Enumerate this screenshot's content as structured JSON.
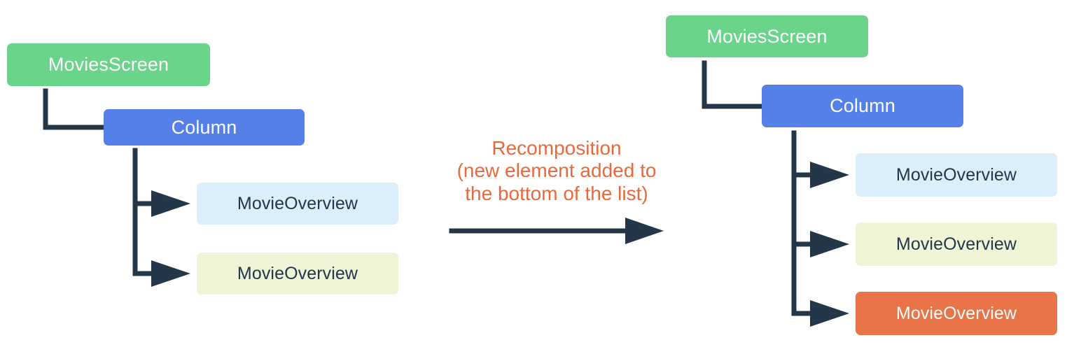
{
  "diagram": {
    "title_caption": {
      "line1": "Recomposition",
      "line2": "(new element added to",
      "line3": "the bottom of the list)",
      "color": "#E8693E"
    },
    "colors": {
      "green": "#6BD48B",
      "blue": "#5580E8",
      "light_blue": "#DCEEFA",
      "pale_yellow": "#EEF4D5",
      "orange": "#E87448",
      "navy": "#233748",
      "background": "#FFFFFF"
    },
    "before": {
      "root": {
        "label": "MoviesScreen"
      },
      "column": {
        "label": "Column"
      },
      "children": [
        {
          "label": "MovieOverview",
          "style": "light_blue"
        },
        {
          "label": "MovieOverview",
          "style": "pale_yellow"
        }
      ]
    },
    "after": {
      "root": {
        "label": "MoviesScreen"
      },
      "column": {
        "label": "Column"
      },
      "children": [
        {
          "label": "MovieOverview",
          "style": "light_blue"
        },
        {
          "label": "MovieOverview",
          "style": "pale_yellow"
        },
        {
          "label": "MovieOverview",
          "style": "orange"
        }
      ]
    }
  }
}
